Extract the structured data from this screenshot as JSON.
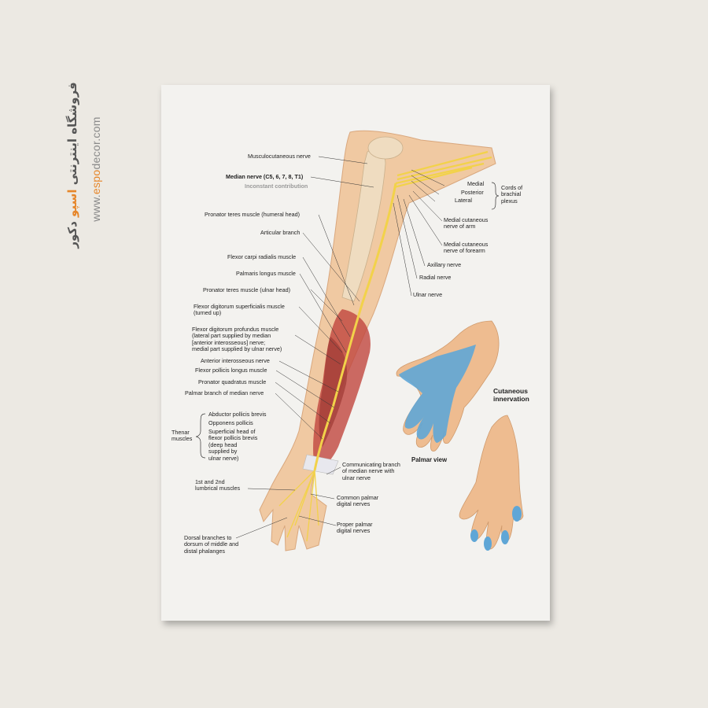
{
  "watermark": {
    "persian_prefix": "فروشگاه اینترنتی",
    "persian_brand": "اسپو",
    "persian_suffix": "دکور",
    "url_prefix": "www.",
    "url_brand": "espo",
    "url_suffix": "decor.com"
  },
  "labels": {
    "musculocutaneous": "Musculocutaneous nerve",
    "median_nerve": "Median nerve (C5, 6, 7, 8, T1)",
    "inconstant": "Inconstant contribution",
    "pronator_teres_humeral": "Pronator teres muscle (humeral head)",
    "articular_branch": "Articular branch",
    "fcr": "Flexor carpi radialis muscle",
    "palmaris_longus": "Palmaris longus muscle",
    "pronator_teres_ulnar": "Pronator teres muscle (ulnar head)",
    "fds": "Flexor digitorum superficialis muscle\n(turned up)",
    "fdp": "Flexor digitorum profundus muscle\n(lateral part supplied by median\n[anterior interosseous] nerve;\nmedial part supplied by ulnar nerve)",
    "anterior_interosseous": "Anterior interosseous nerve",
    "fpl": "Flexor pollicis longus muscle",
    "pronator_quadratus": "Pronator quadratus muscle",
    "palmar_branch": "Palmar branch of median nerve",
    "thenar": "Thenar\nmuscles",
    "abductor_pb": "Abductor pollicis brevis",
    "opponens": "Opponens pollicis",
    "superficial_head": "Superficial head of\nflexor pollicis brevis\n(deep head\nsupplied by\nulnar nerve)",
    "lumbricals": "1st and 2nd\nlumbrical muscles",
    "dorsal_branches": "Dorsal branches to\ndorsum of middle and\ndistal phalanges",
    "communicating": "Communicating branch\nof median nerve with\nulnar nerve",
    "common_palmar": "Common palmar\ndigital nerves",
    "proper_palmar": "Proper palmar\ndigital nerves",
    "medial": "Medial",
    "posterior": "Posterior",
    "lateral": "Lateral",
    "cords": "Cords of\nbrachial\nplexus",
    "medial_cut_arm": "Medial cutaneous\nnerve of arm",
    "medial_cut_forearm": "Medial cutaneous\nnerve of forearm",
    "axillary": "Axillary nerve",
    "radial": "Radial nerve",
    "ulnar": "Ulnar nerve",
    "cutaneous_innervation": "Cutaneous\ninnervation",
    "palmar_view": "Palmar view"
  },
  "colors": {
    "nerve": "#f2d24a",
    "muscle": "#c0463f",
    "skin": "#eebc90",
    "bone": "#efdcc0",
    "innervation": "#5fa6d6"
  }
}
